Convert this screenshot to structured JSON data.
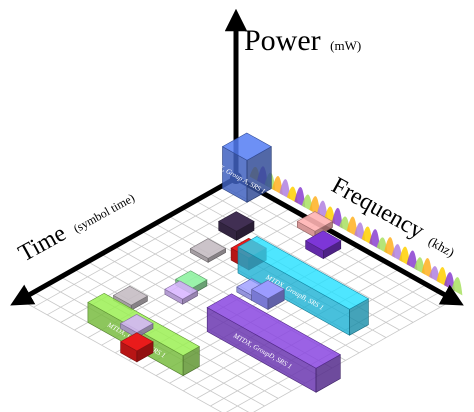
{
  "axes": {
    "power": {
      "label": "Power",
      "unit": "(mW)"
    },
    "frequency": {
      "label": "Frequency",
      "unit": "(khz)"
    },
    "time": {
      "label": "Time",
      "unit": "(symbol time)"
    }
  },
  "blocks": [
    {
      "name": "mtdx-group-a-srs-1-block",
      "label": "MTDX, Group A, SRS 1"
    },
    {
      "name": "mtdx-group-b-srs-1-block",
      "label": "MTDX, GroupB, SRS 1"
    },
    {
      "name": "mtdx-group-c-srs-1-block",
      "label": "MTDX, GroupC, SRS 1"
    },
    {
      "name": "mtdx-group-d-srs-1-block",
      "label": "MTDX, GroupD, SRS 1"
    }
  ],
  "colors": {
    "group_a": "#4a6fd9",
    "group_b": "#1ec8f0",
    "group_c": "#7a3fc8",
    "group_d": "#8ad64a",
    "red": "#d01818",
    "light_red": "#f0a0a0",
    "dark": "#3a2a4a",
    "gray": "#b0a8ae",
    "lilac": "#c0a0e8",
    "blue_violet": "#8a8af0",
    "violet": "#7030c0",
    "green": "#80d890",
    "spectrum": [
      "#ffd000",
      "#8a3fd0",
      "#a8e060",
      "#ffb020",
      "#b080e0"
    ]
  }
}
